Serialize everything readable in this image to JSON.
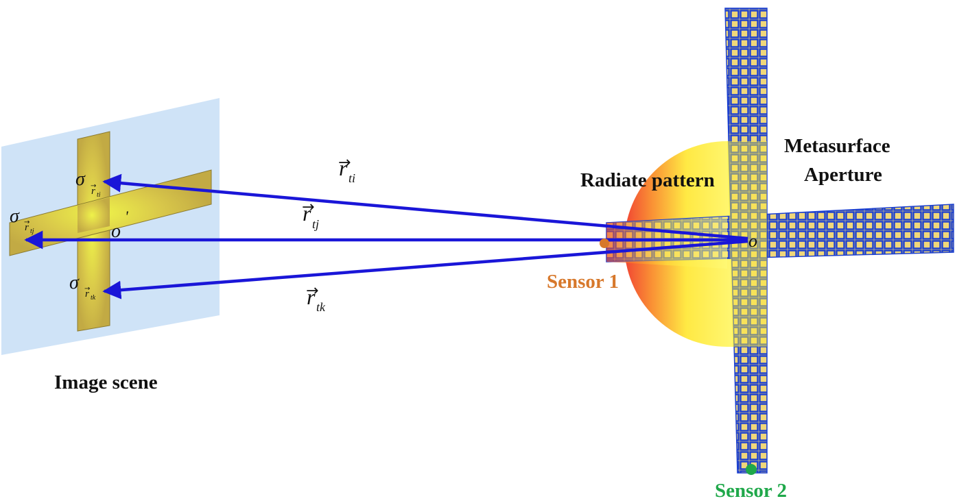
{
  "labels": {
    "image_scene": "Image scene",
    "radiate_pattern": "Radiate pattern",
    "metasurface_line1": "Metasurface",
    "metasurface_line2": "Aperture",
    "sensor1": "Sensor 1",
    "sensor2": "Sensor 2",
    "origin_prime": "o",
    "prime_mark": "'",
    "origin": "o",
    "sigma": "σ",
    "r": "r",
    "sub_ti": "ti",
    "sub_tj": "tj",
    "sub_tk": "tk",
    "vec_arrow": "→"
  },
  "colors": {
    "scene_plane": "#cfe3f7",
    "cross_fill": "#c9b24a",
    "cross_highlight": "#eef24a",
    "arrow": "#1a16d8",
    "meta_fill": "#f0d77a",
    "meta_grid": "#1b3fd0",
    "sensor1": "#d7782b",
    "sensor2": "#1fa84a",
    "pattern_hot": "#f0412a",
    "pattern_warm": "#ffef30"
  }
}
